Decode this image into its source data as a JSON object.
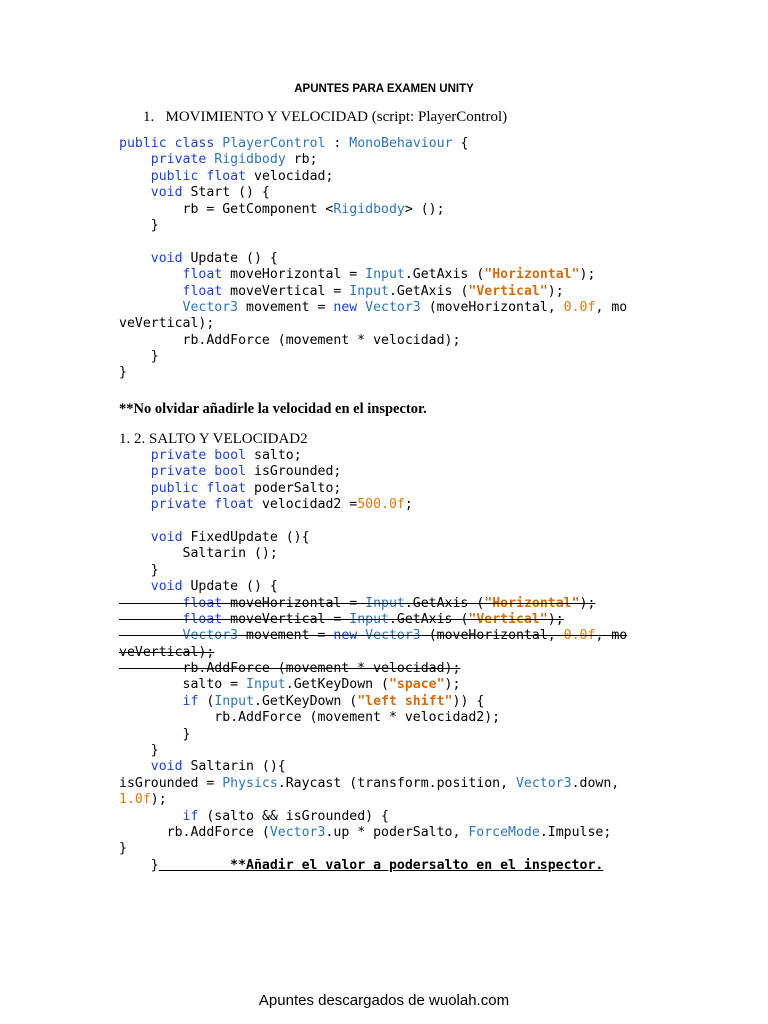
{
  "document": {
    "title": "APUNTES PARA EXAMEN UNITY",
    "section1": {
      "heading": "1.   MOVIMIENTO Y VELOCIDAD (script: PlayerControl)",
      "code": [
        "public class PlayerControl : MonoBehaviour {",
        "    private Rigidbody rb;",
        "    public float velocidad;",
        "    void Start () {",
        "        rb = GetComponent <Rigidbody> ();",
        "    }",
        "",
        "    void Update () {",
        "        float moveHorizontal = Input.GetAxis (\"Horizontal\");",
        "        float moveVertical = Input.GetAxis (\"Vertical\");",
        "        Vector3 movement = new Vector3 (moveHorizontal, 0.0f, mo",
        "veVertical);",
        "        rb.AddForce (movement * velocidad);",
        "    }",
        "}"
      ],
      "note": "**No olvidar añadirle la velocidad en el inspector."
    },
    "section2": {
      "heading": "1. 2. SALTO Y VELOCIDAD2",
      "code": [
        "    private bool salto;",
        "    private bool isGrounded;",
        "    public float poderSalto;",
        "    private float velocidad2 =500.0f;",
        "",
        "    void FixedUpdate (){",
        "        Saltarin ();",
        "    }",
        "    void Update () {",
        "        float moveHorizontal = Input.GetAxis (\"Horizontal\");",
        "        float moveVertical = Input.GetAxis (\"Vertical\");",
        "        Vector3 movement = new Vector3 (moveHorizontal, 0.0f, mo",
        "veVertical);",
        "        rb.AddForce (movement * velocidad);",
        "        salto = Input.GetKeyDown (\"space\");",
        "        if (Input.GetKeyDown (\"left shift\")) {",
        "            rb.AddForce (movement * velocidad2);",
        "        }",
        "    }",
        "    void Saltarin (){",
        "isGrounded = Physics.Raycast (transform.position, Vector3.down,",
        "1.0f);",
        "        if (salto && isGrounded) {",
        "      rb.AddForce (Vector3.up * poderSalto, ForceMode.Impulse;",
        "}",
        "    }"
      ],
      "inline_note": "**Añadir el valor a podersalto en el inspector."
    },
    "footer": "Apuntes descargados de wuolah.com"
  }
}
